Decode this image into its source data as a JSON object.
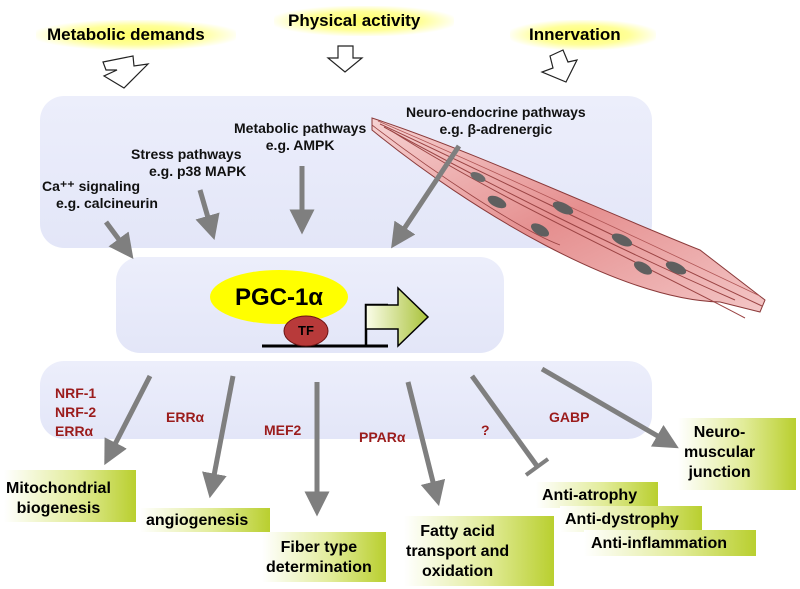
{
  "inputs": {
    "metabolic_demands": "Metabolic demands",
    "physical_activity": "Physical activity",
    "innervation": "Innervation"
  },
  "pathways": {
    "calcium_line1": "Ca⁺⁺ signaling",
    "calcium_line2": "e.g. calcineurin",
    "stress_line1": "Stress pathways",
    "stress_line2": "e.g. p38 MAPK",
    "metabolic_line1": "Metabolic pathways",
    "metabolic_line2": "e.g. AMPK",
    "neuro_line1": "Neuro-endocrine pathways",
    "neuro_line2": "e.g. β-adrenergic"
  },
  "center": {
    "pgc": "PGC-1α",
    "tf": "TF"
  },
  "transcription_factors": {
    "nrf1": "NRF-1",
    "nrf2": "NRF-2",
    "erra_a": "ERRα",
    "erra_b": "ERRα",
    "mef2": "MEF2",
    "ppara": "PPARα",
    "unknown": "?",
    "gabp": "GABP"
  },
  "outcomes": {
    "mito_line1": "Mitochondrial",
    "mito_line2": "biogenesis",
    "angiogenesis": "angiogenesis",
    "fiber_line1": "Fiber type",
    "fiber_line2": "determination",
    "fatty_line1": "Fatty acid",
    "fatty_line2": "transport and",
    "fatty_line3": "oxidation",
    "anti_atrophy": "Anti-atrophy",
    "anti_dystrophy": "Anti-dystrophy",
    "anti_inflammation": "Anti-inflammation",
    "nmj_line1": "Neuro-",
    "nmj_line2": "muscular",
    "nmj_line3": "junction"
  },
  "colors": {
    "arrow": "#7f7f7f",
    "tf_text": "#9b1c1c",
    "pgc_fill": "#ffff00",
    "tf_fill": "#b83a3a",
    "panel": "#e5e8f8",
    "outcome_accent": "#b9cf2f",
    "muscle_fill": "#e8a0a0"
  }
}
